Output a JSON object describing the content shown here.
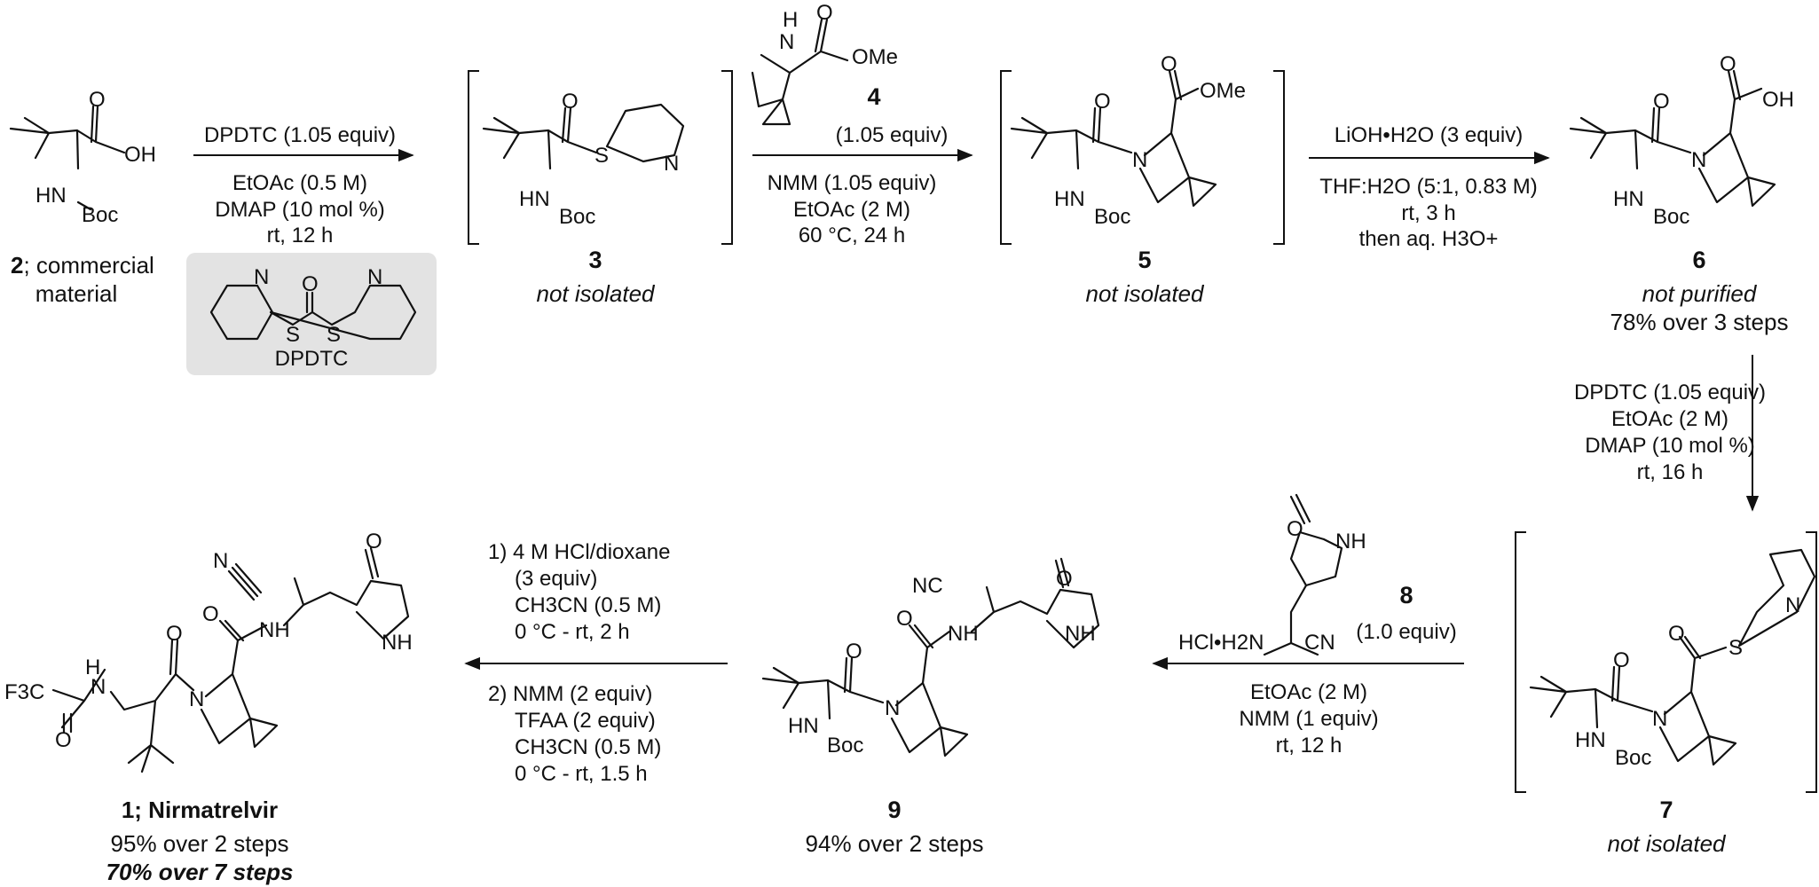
{
  "compounds": {
    "c2": {
      "number": "2",
      "desc_line1": "; commercial",
      "desc_line2": "material"
    },
    "c3": {
      "number": "3",
      "note": "not isolated"
    },
    "c4": {
      "number": "4",
      "equiv": "(1.05 equiv)"
    },
    "c5": {
      "number": "5",
      "note": "not isolated"
    },
    "c6": {
      "number": "6",
      "note": "not purified",
      "yield": "78% over 3 steps"
    },
    "c7": {
      "number": "7",
      "note": "not isolated"
    },
    "c8": {
      "number": "8",
      "equiv": "(1.0 equiv)"
    },
    "c9": {
      "number": "9",
      "yield": "94% over 2 steps"
    },
    "c1": {
      "name": "1; Nirmatrelvir",
      "yield1": "95% over 2 steps",
      "yield2": "70% over 7 steps"
    }
  },
  "reagent_box": {
    "label": "DPDTC",
    "bg": "#e3e3e3"
  },
  "steps": {
    "s1": {
      "above": "DPDTC (1.05 equiv)",
      "below": [
        "EtOAc (0.5 M)",
        "DMAP (10 mol %)",
        "rt, 12 h"
      ]
    },
    "s2": {
      "below": [
        "NMM (1.05 equiv)",
        "EtOAc (2 M)",
        "60 °C, 24 h"
      ]
    },
    "s3": {
      "above": "LiOH•H2O (3 equiv)",
      "below": [
        "THF:H2O (5:1, 0.83 M)",
        "rt, 3 h",
        "then aq. H3O+"
      ]
    },
    "s4": {
      "conds": [
        "DPDTC (1.05 equiv)",
        "EtOAc (2 M)",
        "DMAP (10 mol %)",
        "rt, 16 h"
      ]
    },
    "s5": {
      "below": [
        "EtOAc (2 M)",
        "NMM (1 equiv)",
        "rt, 12 h"
      ]
    },
    "s6": {
      "above": [
        "1) 4 M HCl/dioxane",
        "(3 equiv)",
        "CH3CN (0.5 M)",
        "0 °C - rt, 2 h"
      ],
      "below": [
        "2) NMM (2 equiv)",
        "TFAA (2 equiv)",
        "CH3CN (0.5 M)",
        "0 °C - rt, 1.5 h"
      ]
    }
  },
  "atoms": {
    "O": "O",
    "OH": "OH",
    "N": "N",
    "S": "S",
    "HN": "HN",
    "NH": "NH",
    "H": "H",
    "Boc": "Boc",
    "OMe": "OMe",
    "NC": "NC",
    "CN": "CN",
    "F3C": "F3C",
    "HClH2N": "HCl•H2N"
  }
}
